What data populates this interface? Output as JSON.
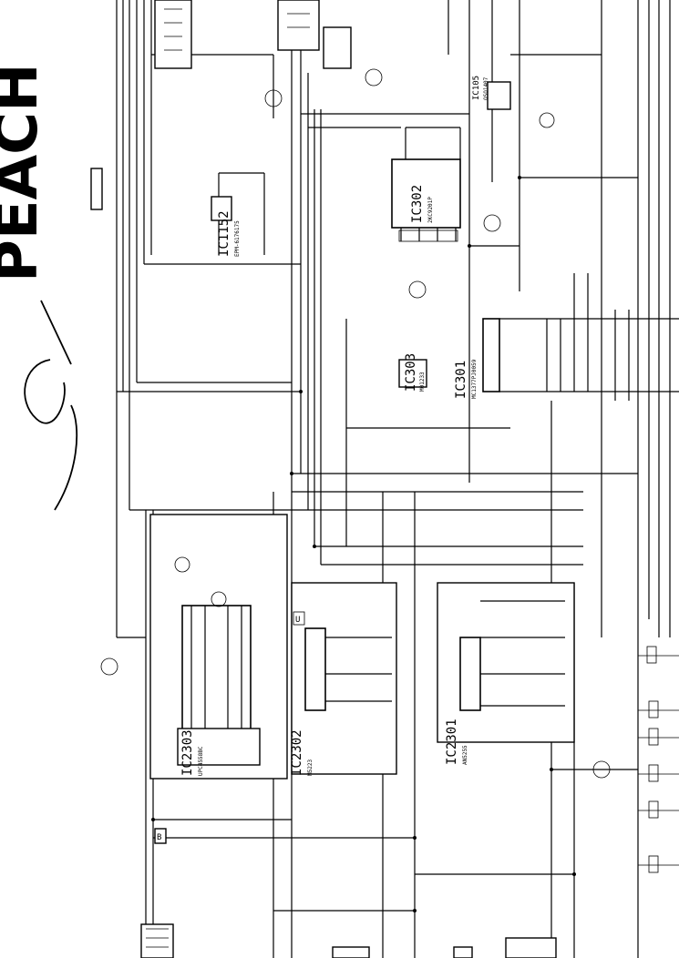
{
  "header_text": "PEACH",
  "ic_blocks": [
    {
      "id": "ic105",
      "label": "IC105",
      "part": "QSQ1407"
    },
    {
      "id": "ic302",
      "label": "IC302",
      "part": "2KC9201P"
    },
    {
      "id": "ic1152",
      "label": "IC1152",
      "part": "EPM-6176175"
    },
    {
      "id": "ic303",
      "label": "IC303",
      "part": "M01233"
    },
    {
      "id": "ic301",
      "label": "IC301",
      "part": "MC1377PJ0059"
    },
    {
      "id": "ic2303",
      "label": "IC2303",
      "part": "UPC4558BC"
    },
    {
      "id": "ic2302",
      "label": "IC2302",
      "part": "M5223"
    },
    {
      "id": "ic2301",
      "label": "IC2301",
      "part": "AN5255"
    }
  ],
  "connector_mark": "U",
  "side_mark": "B"
}
